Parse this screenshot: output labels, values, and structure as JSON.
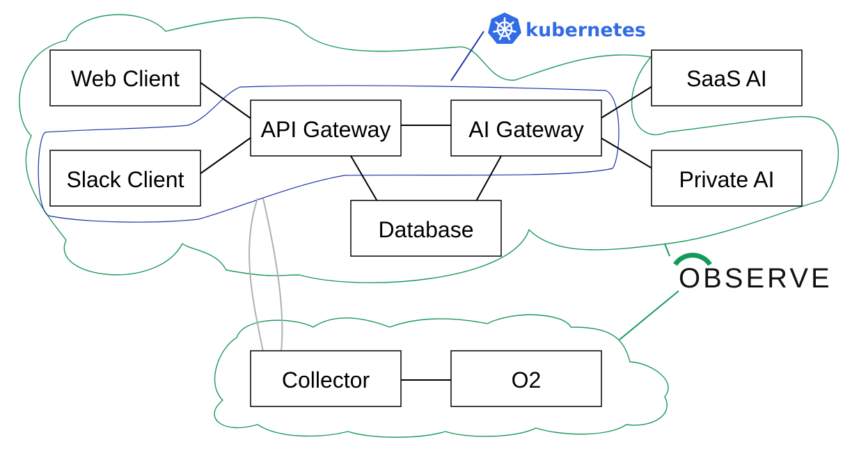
{
  "nodes": {
    "web_client": "Web Client",
    "slack_client": "Slack Client",
    "api_gateway": "API Gateway",
    "ai_gateway": "AI Gateway",
    "database": "Database",
    "saas_ai": "SaaS AI",
    "private_ai": "Private AI",
    "collector": "Collector",
    "o2": "O2"
  },
  "logos": {
    "kubernetes": {
      "text": "kubernetes",
      "icon": "kubernetes-helm-icon",
      "color": "#326ce5"
    },
    "observe": {
      "text": "OBSERVE",
      "icon": "observe-arc-icon",
      "color": "#139a5a"
    }
  },
  "colors": {
    "cloud_outline": "#1b9a5a",
    "k8s_boundary": "#1a2fa8",
    "telemetry_link": "#b0b0b0"
  }
}
